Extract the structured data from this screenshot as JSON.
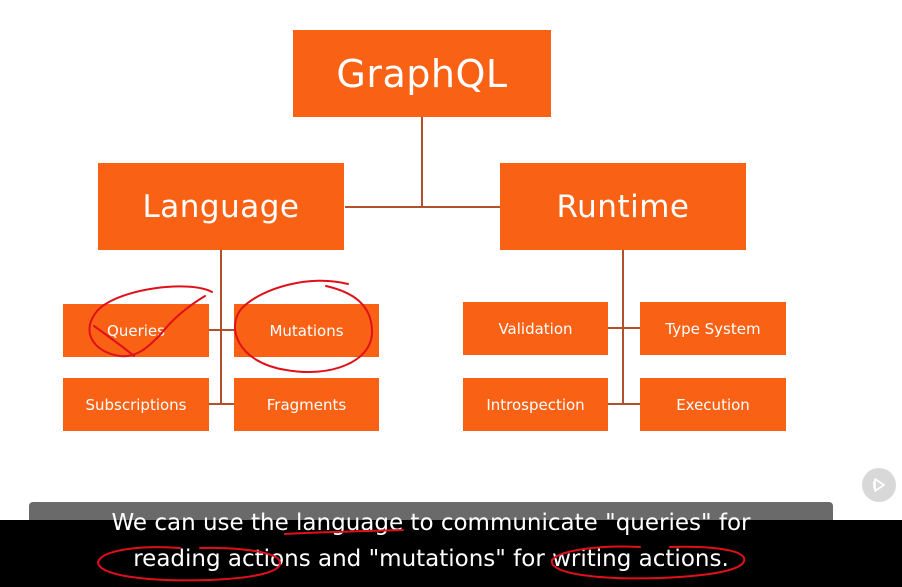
{
  "diagram": {
    "root": {
      "label": "GraphQL"
    },
    "branches": [
      {
        "label": "Language",
        "children": [
          "Queries",
          "Mutations",
          "Subscriptions",
          "Fragments"
        ]
      },
      {
        "label": "Runtime",
        "children": [
          "Validation",
          "Type System",
          "Introspection",
          "Execution"
        ]
      }
    ]
  },
  "colors": {
    "box_fill": "#f96115",
    "connector": "#b0512a",
    "ink": "#e0101a",
    "caption_bg": "#000000"
  },
  "controls": {
    "play_icon": "play-forward-icon"
  },
  "caption": {
    "line1": "We can use the language to communicate \"queries\" for",
    "line2": "reading actions and \"mutations\" for writing actions."
  }
}
